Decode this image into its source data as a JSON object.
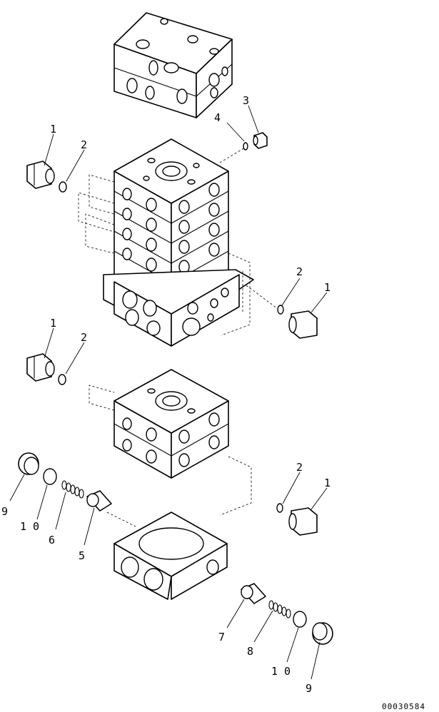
{
  "callouts": {
    "c1a": "1",
    "c2a": "2",
    "c3": "3",
    "c4": "4",
    "c2b": "2",
    "c1b": "1",
    "c1c": "1",
    "c2c": "2",
    "c9a": "9",
    "c10a": "1 0",
    "c6": "6",
    "c5": "5",
    "c2d": "2",
    "c1d": "1",
    "c7": "7",
    "c8": "8",
    "c10b": "1 0",
    "c9b": "9"
  },
  "drawing_number": "00030584"
}
